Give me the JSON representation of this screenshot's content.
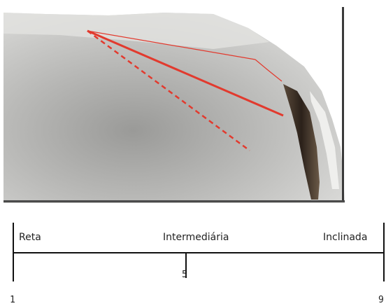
{
  "scale": {
    "categories": [
      "Reta",
      "Intermediária",
      "Inclinada"
    ],
    "ticks": [
      "1",
      "5",
      "9"
    ]
  },
  "photo": {
    "subject": "animal rump photograph with red angle lines",
    "line_color": "#e23a2e",
    "coat_color": "#c9c9c7"
  }
}
